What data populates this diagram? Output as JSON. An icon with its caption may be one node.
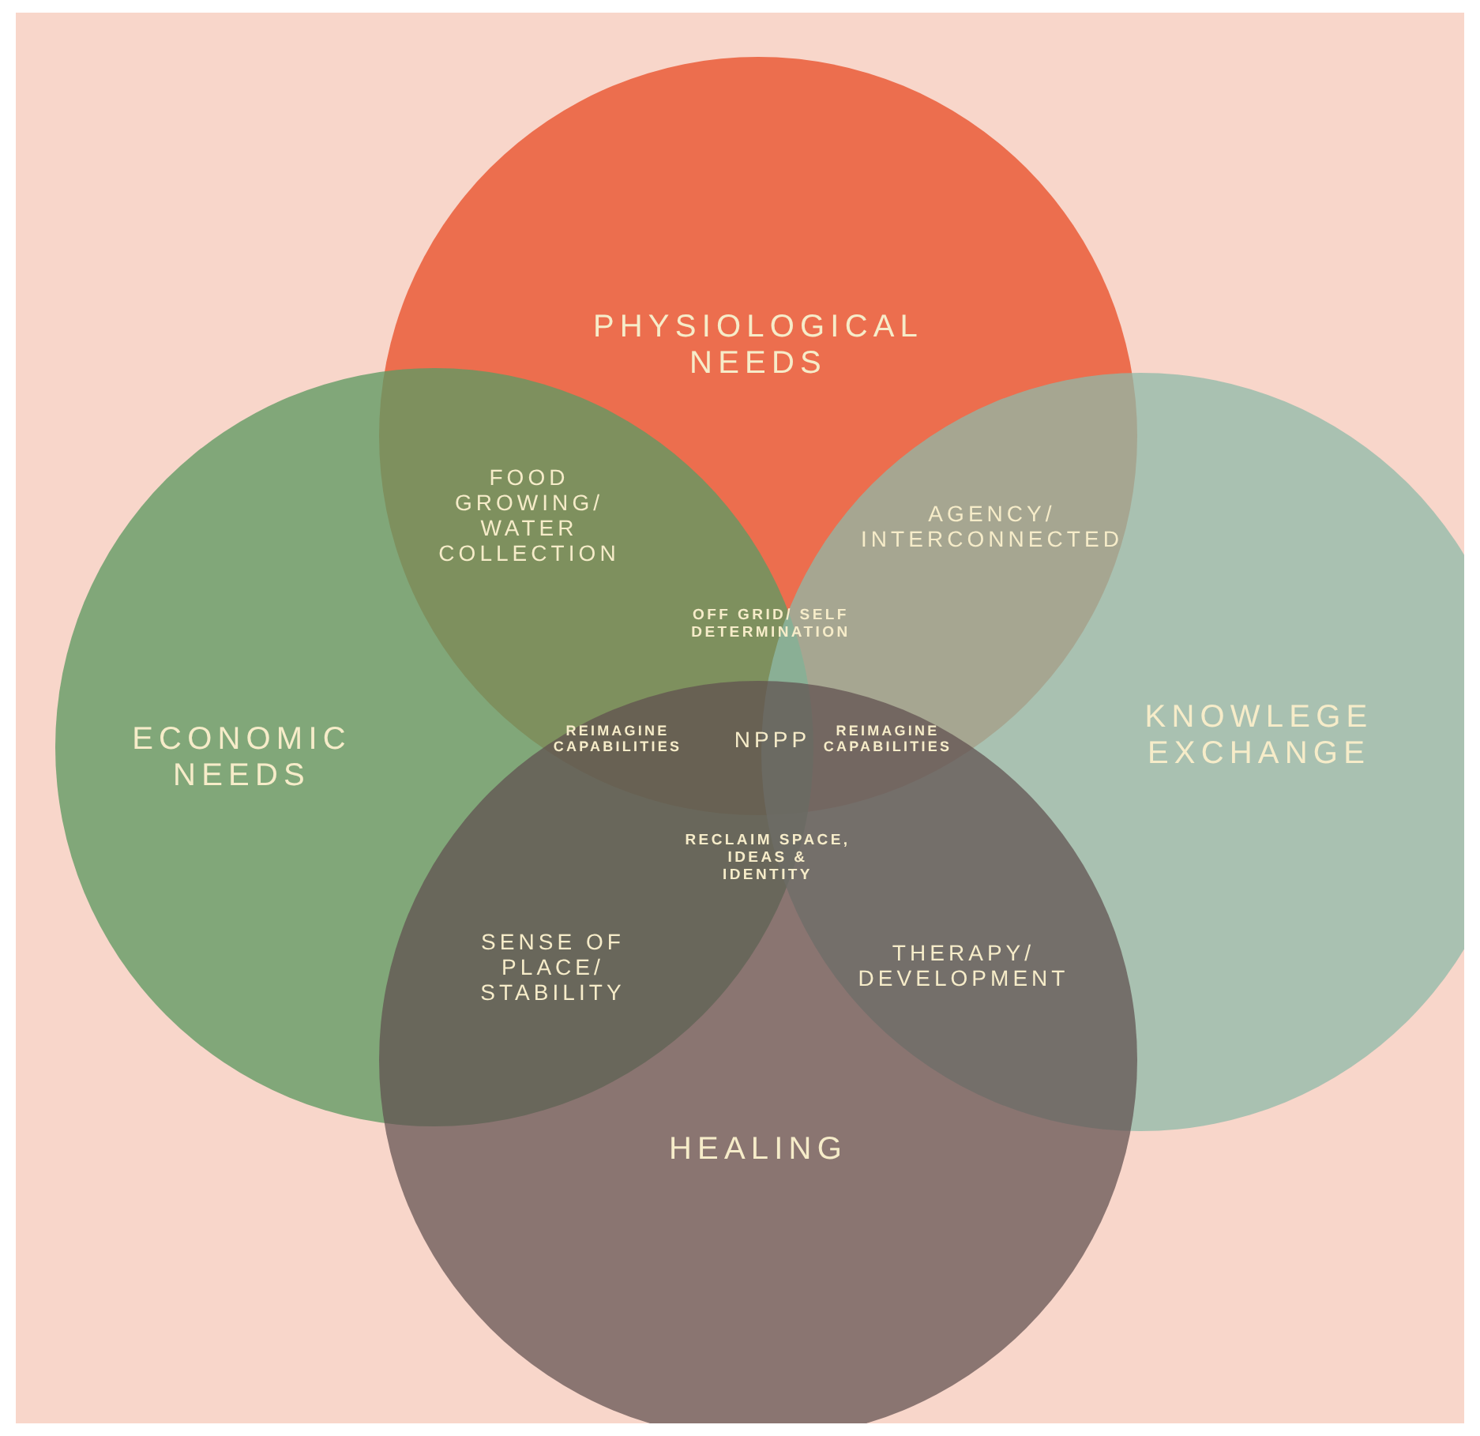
{
  "diagram": {
    "nodes": [
      {
        "text": [
          "PHYSIOLOGICAL NEEDS"
        ]
      },
      {
        "text": [
          "ECONOMIC NEEDS"
        ]
      },
      {
        "text": [
          "KNOWLEGE EXCHANGE"
        ]
      },
      {
        "text": [
          "HEALING"
        ]
      }
    ],
    "labels": [
      "FOOD GROWING/ WATER COLLECTION",
      "AGENCY/ INTERCONNECTED",
      "OFF GRID/ SELF DETERMINATION",
      "REIMAGINE CAPABILITIES",
      "NPPP",
      "REIMAGINE CAPABILITIES",
      "RECLAIM SPACE, IDEAS & IDENTITY",
      "SENSE OF PLACE/ STABILITY",
      "THERAPY/ DEVELOPMENT"
    ]
  }
}
